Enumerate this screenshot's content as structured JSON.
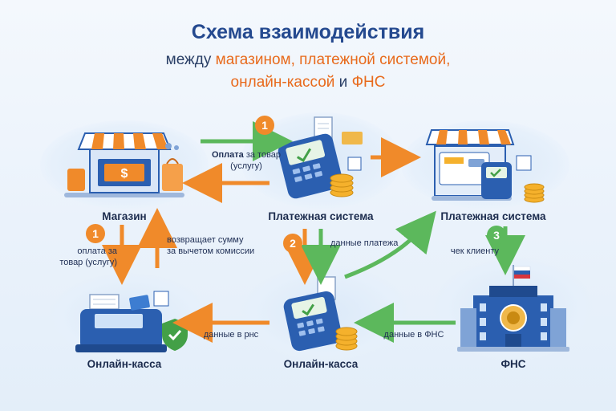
{
  "title": "Схема взаимодействия",
  "subtitle_line1": {
    "prefix": "между ",
    "highlight": "магазином, платежной системой,"
  },
  "subtitle_line2": {
    "highlight": "онлайн-кассой",
    "middle": " и ",
    "end": "ФНС"
  },
  "nodes": {
    "shop": "Магазин",
    "payment_top": "Платежная система",
    "payment_right": "Платежная система",
    "cashbox_left": "Онлайн-касса",
    "cashbox_center": "Онлайн-касса",
    "fns": "ФНС"
  },
  "arrows": {
    "top_label_bold": "Оплата",
    "top_label_rest": " за товар",
    "top_label_line2": "(услугу)",
    "shop_down_line1": "оплата за",
    "shop_down_line2": "товар (услугу)",
    "shop_up_line1": "возвращает сумму",
    "shop_up_line2": "за вычетом комиссии",
    "center_down": "данные платежа",
    "right_down": "чек клиенту",
    "bottom_left": "данные в рнс",
    "bottom_right": "данные в ФНС"
  },
  "steps": [
    "1",
    "1",
    "2",
    "3"
  ],
  "colors": {
    "orange": "#f08a2a",
    "green": "#5cb85c",
    "blue": "#2b5fb0",
    "title": "#24498f"
  },
  "icons": [
    "store-icon",
    "pos-terminal-icon",
    "receipt-icon",
    "coins-icon",
    "laptop-icon",
    "cash-register-icon",
    "shield-check-icon",
    "government-building-icon",
    "qr-code-icon"
  ]
}
